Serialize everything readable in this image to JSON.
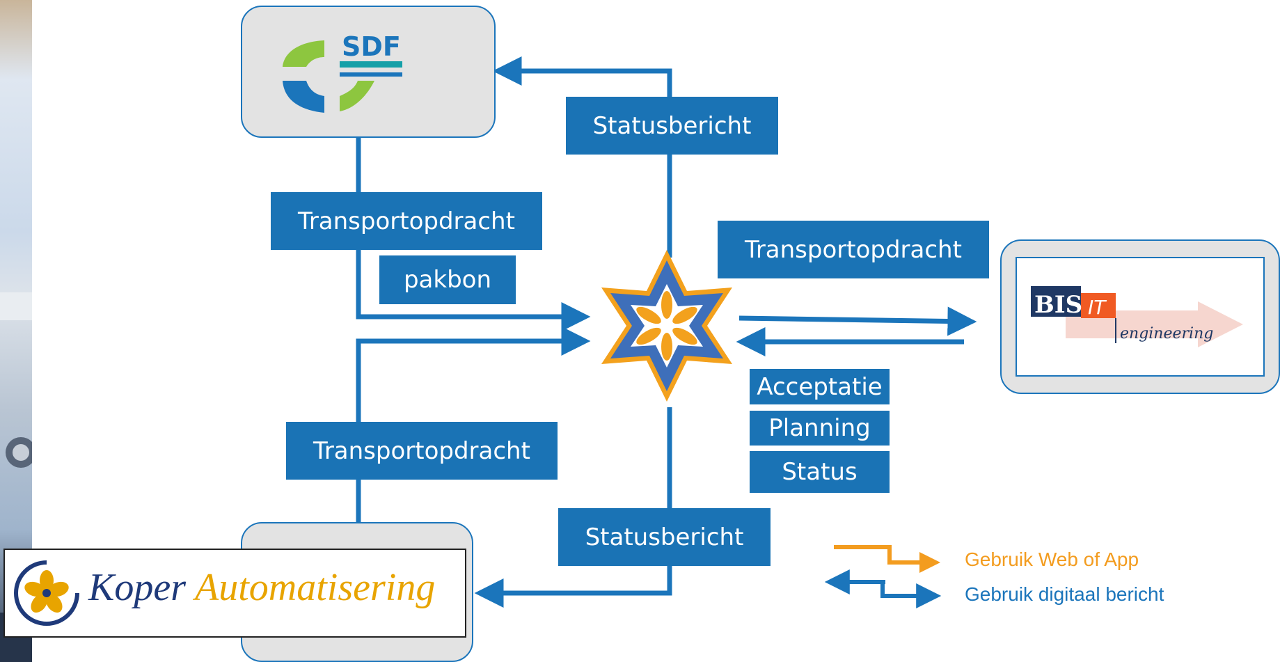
{
  "nodes": {
    "sdf": {
      "logo_text": "SDF"
    },
    "bis": {
      "logo_main": "BIS",
      "logo_it": "IT",
      "logo_sub": "engineering"
    },
    "koper": {
      "logo_word1": "Koper",
      "logo_word2": "Automatisering"
    }
  },
  "labels": {
    "statusbericht_top": "Statusbericht",
    "transportopdracht_left": "Transportopdracht",
    "pakbon": "pakbon",
    "transportopdracht_right": "Transportopdracht",
    "acceptatie": "Acceptatie",
    "planning": "Planning",
    "status": "Status",
    "transportopdracht_bottom": "Transportopdracht",
    "statusbericht_bottom": "Statusbericht"
  },
  "legend": {
    "web_or_app": "Gebruik Web of App",
    "digital_message": "Gebruik digitaal bericht"
  },
  "colors": {
    "arrow_blue": "#1b75bb",
    "label_blue": "#1a73b5",
    "legend_orange": "#f39c1f",
    "node_fill": "#e3e3e3",
    "sdf_green": "#8dc63f",
    "sdf_blue": "#1b75bb",
    "sdf_teal": "#15a0a8",
    "bis_navy": "#1f3864",
    "bis_orange": "#f05a23",
    "koper_gold": "#e8a400",
    "koper_navy": "#1f3a7a",
    "hub_orange": "#f3a11d",
    "hub_blue": "#3e6fba"
  },
  "icons": {
    "hub": "star-hub-icon",
    "sdf": "sdf-logo-icon",
    "bis": "bis-it-logo-icon",
    "koper": "koper-flower-icon"
  }
}
